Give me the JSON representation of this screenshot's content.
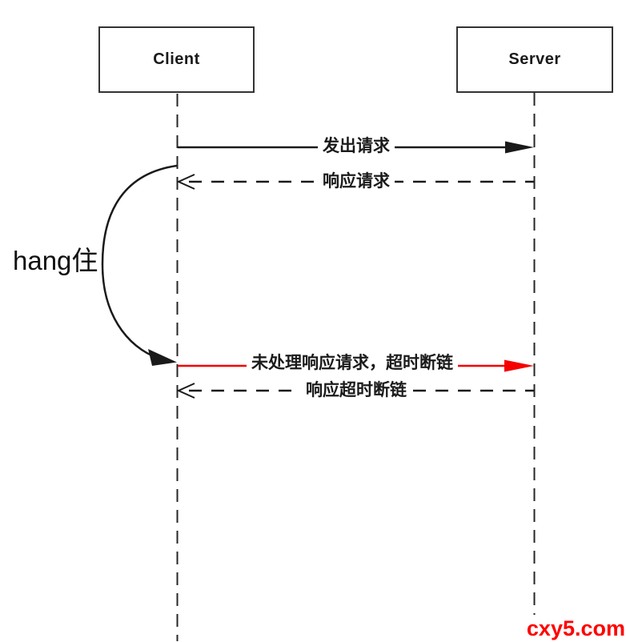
{
  "diagram": {
    "actors": {
      "client": {
        "label": "Client"
      },
      "server": {
        "label": "Server"
      }
    },
    "messages": {
      "request": {
        "label": "发出请求",
        "style": "solid",
        "direction": "client-to-server",
        "color": "#1a1a1a"
      },
      "response": {
        "label": "响应请求",
        "style": "dashed",
        "direction": "server-to-client",
        "color": "#1a1a1a"
      },
      "timeout_request": {
        "label": "未处理响应请求，超时断链",
        "style": "solid",
        "direction": "client-to-server",
        "color": "#f50000"
      },
      "timeout_response": {
        "label": "响应超时断链",
        "style": "dashed",
        "direction": "server-to-client",
        "color": "#1a1a1a"
      }
    },
    "annotations": {
      "hang": {
        "label": "hang住"
      }
    },
    "colors": {
      "line": "#1a1a1a",
      "error_red": "#f50000",
      "watermark_red": "#ff0000"
    },
    "watermark": {
      "label": "cxy5.com"
    }
  }
}
